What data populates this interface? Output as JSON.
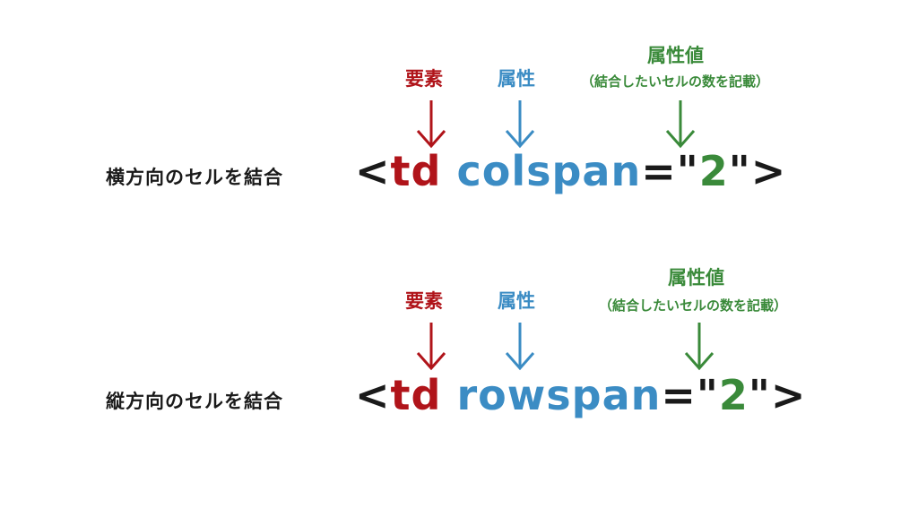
{
  "colors": {
    "element": "#b0141a",
    "attribute": "#3b8cc4",
    "value": "#3a8a3a",
    "text": "#1a1a1a"
  },
  "rows": [
    {
      "label": "横方向のセルを結合",
      "code": {
        "open": "<",
        "element": "td",
        "attribute": "colspan",
        "equals": "=",
        "quote_open": "\"",
        "value": "2",
        "quote_close": "\"",
        "close": ">"
      },
      "annotations": {
        "element": "要素",
        "attribute": "属性",
        "value": "属性値",
        "value_note": "（結合したいセルの数を記載）"
      }
    },
    {
      "label": "縦方向のセルを結合",
      "code": {
        "open": "<",
        "element": "td",
        "attribute": "rowspan",
        "equals": "=",
        "quote_open": "\"",
        "value": "2",
        "quote_close": "\"",
        "close": ">"
      },
      "annotations": {
        "element": "要素",
        "attribute": "属性",
        "value": "属性値",
        "value_note": "（結合したいセルの数を記載）"
      }
    }
  ]
}
